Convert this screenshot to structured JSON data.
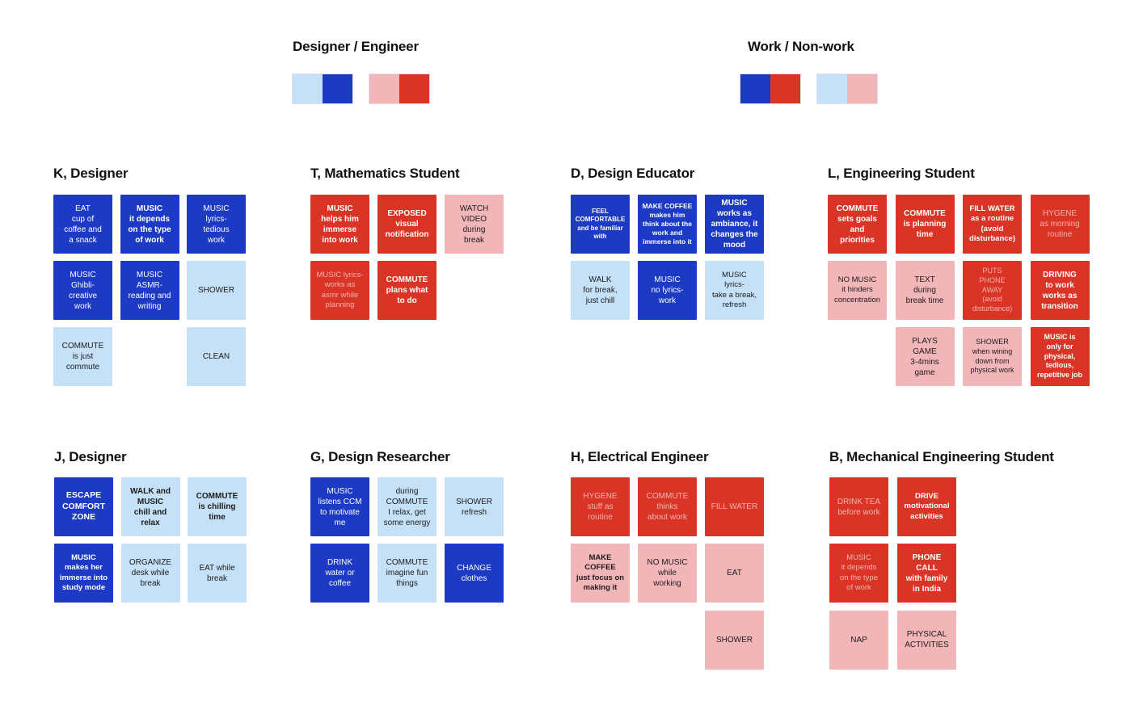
{
  "colors": {
    "dark_blue": "#1d3ac4",
    "light_blue": "#c5e1f8",
    "red": "#d93425",
    "pink": "#f2b6b8",
    "text_dark": "#1c1c1c",
    "text_light": "#ffffff"
  },
  "legend": [
    {
      "title": "Designer / Engineer",
      "pairs": [
        [
          "light_blue",
          "dark_blue"
        ],
        [
          "pink",
          "red"
        ]
      ]
    },
    {
      "title": "Work / Non-work",
      "pairs": [
        [
          "dark_blue",
          "red"
        ],
        [
          "light_blue",
          "pink"
        ]
      ]
    }
  ],
  "groups": [
    {
      "id": "K",
      "title": "K, Designer",
      "notes": [
        {
          "r": 0,
          "c": 0,
          "bg": "dark_blue",
          "text": "EAT\ncup of\ncoffee and\na snack"
        },
        {
          "r": 0,
          "c": 1,
          "bg": "dark_blue",
          "bold": true,
          "text": "MUSIC\nit depends\non the type\nof work"
        },
        {
          "r": 0,
          "c": 2,
          "bg": "dark_blue",
          "text": "MUSIC\nlyrics-\ntedious\nwork"
        },
        {
          "r": 1,
          "c": 0,
          "bg": "dark_blue",
          "text": "MUSIC\nGhibli-\ncreative\nwork"
        },
        {
          "r": 1,
          "c": 1,
          "bg": "dark_blue",
          "text": "MUSIC\nASMR-\nreading and\nwriting"
        },
        {
          "r": 1,
          "c": 2,
          "bg": "light_blue",
          "text": "SHOWER"
        },
        {
          "r": 2,
          "c": 0,
          "bg": "light_blue",
          "text": "COMMUTE\nis just\ncommute"
        },
        {
          "r": 2,
          "c": 2,
          "bg": "light_blue",
          "text": "CLEAN"
        }
      ]
    },
    {
      "id": "T",
      "title": "T, Mathematics Student",
      "notes": [
        {
          "r": 0,
          "c": 0,
          "bg": "red",
          "bold": true,
          "text": "MUSIC\nhelps him\nimmerse\ninto work"
        },
        {
          "r": 0,
          "c": 1,
          "bg": "red",
          "bold": true,
          "text": "EXPOSED\nvisual\nnotification"
        },
        {
          "r": 0,
          "c": 2,
          "bg": "pink",
          "text": "WATCH\nVIDEO\nduring\nbreak"
        },
        {
          "r": 1,
          "c": 0,
          "bg": "red",
          "faded": true,
          "fs": 9.5,
          "text": "MUSIC lyrics-\nworks as\nasmr while\nplanning"
        },
        {
          "r": 1,
          "c": 1,
          "bg": "red",
          "bold": true,
          "text": "COMMUTE\nplans what\nto do"
        }
      ]
    },
    {
      "id": "D",
      "title": "D, Design Educator",
      "notes": [
        {
          "r": 0,
          "c": 0,
          "bg": "dark_blue",
          "bold": true,
          "fs": 8,
          "text": "FEEL\nCOMFORTABLE\nand be familiar\nwith"
        },
        {
          "r": 0,
          "c": 1,
          "bg": "dark_blue",
          "bold": true,
          "fs": 8.5,
          "text": "MAKE COFFEE\nmakes him\nthink about the\nwork and\nimmerse into it"
        },
        {
          "r": 0,
          "c": 2,
          "bg": "dark_blue",
          "bold": true,
          "text": "MUSIC\nworks as\nambiance, it\nchanges the\nmood"
        },
        {
          "r": 1,
          "c": 0,
          "bg": "light_blue",
          "text": "WALK\nfor break,\njust chill"
        },
        {
          "r": 1,
          "c": 1,
          "bg": "dark_blue",
          "text": "MUSIC\nno lyrics-\nwork"
        },
        {
          "r": 1,
          "c": 2,
          "bg": "light_blue",
          "fs": 9.5,
          "text": "MUSIC\nlyrics-\ntake a break,\nrefresh"
        }
      ]
    },
    {
      "id": "L",
      "title": "L, Engineering Student",
      "notes": [
        {
          "r": 0,
          "c": 0,
          "bg": "red",
          "bold": true,
          "text": "COMMUTE\nsets goals\nand\npriorities"
        },
        {
          "r": 0,
          "c": 1,
          "bg": "red",
          "bold": true,
          "text": "COMMUTE\nis planning\ntime"
        },
        {
          "r": 0,
          "c": 2,
          "bg": "red",
          "bold": true,
          "fs": 9.5,
          "text": "FILL WATER\nas a routine\n(avoid\ndisturbance)"
        },
        {
          "r": 0,
          "c": 3,
          "bg": "red",
          "faded": true,
          "text": "HYGENE\nas morning\nroutine"
        },
        {
          "r": 1,
          "c": 0,
          "bg": "pink",
          "fs": 9.5,
          "text": "NO MUSIC\nit hinders\nconcentration"
        },
        {
          "r": 1,
          "c": 1,
          "bg": "pink",
          "text": "TEXT\nduring\nbreak time"
        },
        {
          "r": 1,
          "c": 2,
          "bg": "red",
          "faded": true,
          "fs": 9,
          "text": "PUTS\nPHONE\nAWAY\n(avoid\ndisturbance)"
        },
        {
          "r": 1,
          "c": 3,
          "bg": "red",
          "bold": true,
          "text": "DRIVING\nto work\nworks as\ntransition"
        },
        {
          "r": 2,
          "c": 1,
          "bg": "pink",
          "text": "PLAYS\nGAME\n3-4mins\ngame"
        },
        {
          "r": 2,
          "c": 2,
          "bg": "pink",
          "fs": 9,
          "text": "SHOWER\nwhen wining\ndown from\nphysical work"
        },
        {
          "r": 2,
          "c": 3,
          "bg": "red",
          "bold": true,
          "fs": 9,
          "text": "MUSIC is\nonly for\nphysical,\ntedious,\nrepetitive job"
        }
      ]
    },
    {
      "id": "J",
      "title": "J, Designer",
      "notes": [
        {
          "r": 0,
          "c": 0,
          "bg": "dark_blue",
          "bold": true,
          "fs": 10.5,
          "text": "ESCAPE\nCOMFORT\nZONE"
        },
        {
          "r": 0,
          "c": 1,
          "bg": "light_blue",
          "bold": true,
          "text": "WALK and\nMUSIC\nchill and\nrelax"
        },
        {
          "r": 0,
          "c": 2,
          "bg": "light_blue",
          "bold": true,
          "text": "COMMUTE\nis chilling\ntime"
        },
        {
          "r": 1,
          "c": 0,
          "bg": "dark_blue",
          "bold": true,
          "fs": 9.5,
          "text": "MUSIC\nmakes her\nimmerse into\nstudy mode"
        },
        {
          "r": 1,
          "c": 1,
          "bg": "light_blue",
          "text": "ORGANIZE\ndesk while\nbreak"
        },
        {
          "r": 1,
          "c": 2,
          "bg": "light_blue",
          "text": "EAT while\nbreak"
        }
      ]
    },
    {
      "id": "G",
      "title": "G, Design Researcher",
      "notes": [
        {
          "r": 0,
          "c": 0,
          "bg": "dark_blue",
          "text": "MUSIC\nlistens CCM\nto motivate\nme"
        },
        {
          "r": 0,
          "c": 1,
          "bg": "light_blue",
          "text": "during\nCOMMUTE\nI relax, get\nsome energy"
        },
        {
          "r": 0,
          "c": 2,
          "bg": "light_blue",
          "text": "SHOWER\nrefresh"
        },
        {
          "r": 1,
          "c": 0,
          "bg": "dark_blue",
          "text": "DRINK\nwater or\ncoffee"
        },
        {
          "r": 1,
          "c": 1,
          "bg": "light_blue",
          "text": "COMMUTE\nimagine fun\nthings"
        },
        {
          "r": 1,
          "c": 2,
          "bg": "dark_blue",
          "text": "CHANGE\nclothes"
        }
      ]
    },
    {
      "id": "H",
      "title": "H, Electrical Engineer",
      "notes": [
        {
          "r": 0,
          "c": 0,
          "bg": "red",
          "faded": true,
          "text": "HYGENE\nstuff as\nroutine"
        },
        {
          "r": 0,
          "c": 1,
          "bg": "red",
          "faded": true,
          "text": "COMMUTE\nthinks\nabout work"
        },
        {
          "r": 0,
          "c": 2,
          "bg": "red",
          "faded": true,
          "text": "FILL WATER"
        },
        {
          "r": 1,
          "c": 0,
          "bg": "pink",
          "bold": true,
          "fs": 9.5,
          "text": "MAKE\nCOFFEE\njust focus on\nmaking it"
        },
        {
          "r": 1,
          "c": 1,
          "bg": "pink",
          "text": "NO MUSIC\nwhile\nworking"
        },
        {
          "r": 1,
          "c": 2,
          "bg": "pink",
          "text": "EAT"
        },
        {
          "r": 2,
          "c": 2,
          "bg": "pink",
          "text": "SHOWER"
        }
      ]
    },
    {
      "id": "B",
      "title": "B, Mechanical Engineering Student",
      "notes": [
        {
          "r": 0,
          "c": 0,
          "bg": "red",
          "faded": true,
          "text": "DRINK TEA\nbefore work"
        },
        {
          "r": 0,
          "c": 1,
          "bg": "red",
          "bold": true,
          "fs": 9.5,
          "text": "DRIVE\nmotivational\nactivities"
        },
        {
          "r": 1,
          "c": 0,
          "bg": "red",
          "faded": true,
          "fs": 9.5,
          "text": "MUSIC\nit depends\non the type\nof work"
        },
        {
          "r": 1,
          "c": 1,
          "bg": "red",
          "bold": true,
          "text": "PHONE\nCALL\nwith family\nin India"
        },
        {
          "r": 2,
          "c": 0,
          "bg": "pink",
          "text": "NAP"
        },
        {
          "r": 2,
          "c": 1,
          "bg": "pink",
          "text": "PHYSICAL\nACTIVITIES"
        }
      ]
    }
  ]
}
